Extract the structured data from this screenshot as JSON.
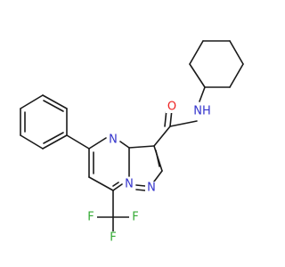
{
  "colors": {
    "bond": "#1a1a1a",
    "nitrogen": "#3333cc",
    "oxygen": "#ee2222",
    "fluorine": "#33aa33",
    "background": "#ffffff"
  },
  "atoms": {
    "O1": "O",
    "NH_amide": "NH",
    "N4": "N",
    "N_bridge": "N",
    "N_pyrazole": "N",
    "F1": "F",
    "F2": "F",
    "F3": "F"
  }
}
